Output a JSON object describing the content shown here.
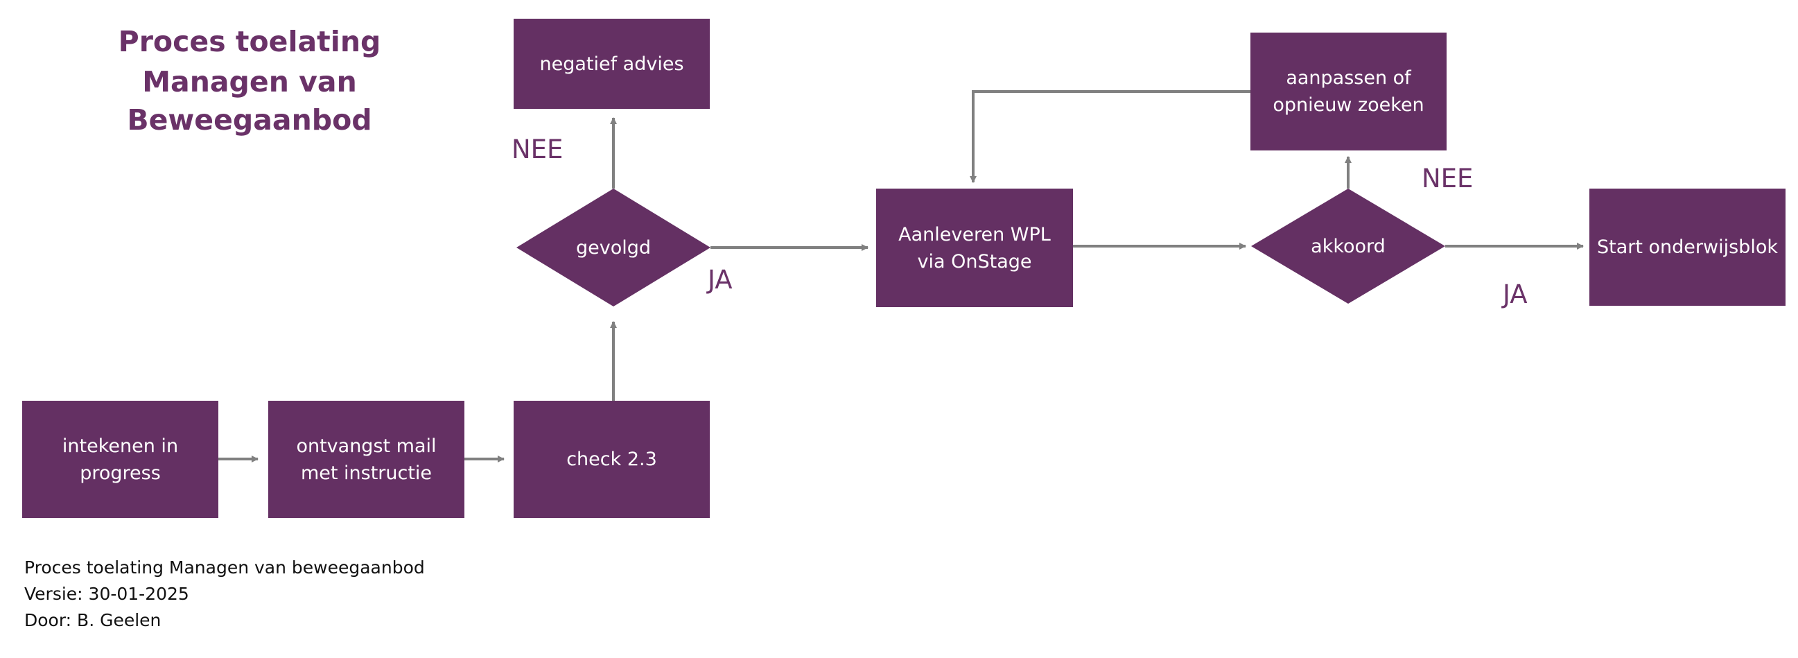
{
  "title": {
    "line1": "Proces toelating",
    "line2": "Managen van Beweegaanbod"
  },
  "nodes": {
    "intekenen": "intekenen in progress",
    "ontvangst": "ontvangst mail met instructie",
    "check": "check 2.3",
    "gevolgd": "gevolgd",
    "negatief": "negatief advies",
    "aanleveren": "Aanleveren WPL via OnStage",
    "akkoord": "akkoord",
    "aanpassen": "aanpassen of opnieuw zoeken",
    "start": "Start onderwijsblok"
  },
  "labels": {
    "gevolgd_nee": "NEE",
    "gevolgd_ja": "JA",
    "akkoord_nee": "NEE",
    "akkoord_ja": "JA"
  },
  "footer": {
    "line1": "Proces toelating Managen van beweegaanbod",
    "line2": "Versie: 30-01-2025",
    "line3": "Door: B. Geelen"
  },
  "colors": {
    "box_fill": "#643063",
    "title_text": "#6a3268",
    "arrow": "#808080"
  }
}
